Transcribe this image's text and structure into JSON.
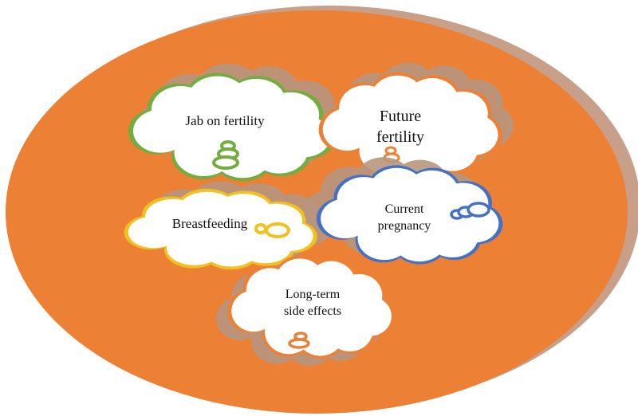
{
  "colors": {
    "ellipse_fill": "#ec8035",
    "ellipse_shadow": "#c8a089",
    "cloud_fill": "#ffffff",
    "cloud_shadow": "#b8967f",
    "green_outline": "#73ad3f",
    "orange_outline": "#ec8035",
    "yellow_outline": "#f2c01f",
    "blue_outline": "#4571c4"
  },
  "clouds": [
    {
      "id": "jab",
      "lines": [
        "Jab on fertility"
      ]
    },
    {
      "id": "future",
      "lines": [
        "Future",
        "fertility"
      ]
    },
    {
      "id": "breast",
      "lines": [
        "Breastfeeding"
      ]
    },
    {
      "id": "pregnancy",
      "lines": [
        "Current",
        "pregnancy"
      ]
    },
    {
      "id": "longterm",
      "lines": [
        "Long-term",
        "side effects"
      ]
    }
  ]
}
